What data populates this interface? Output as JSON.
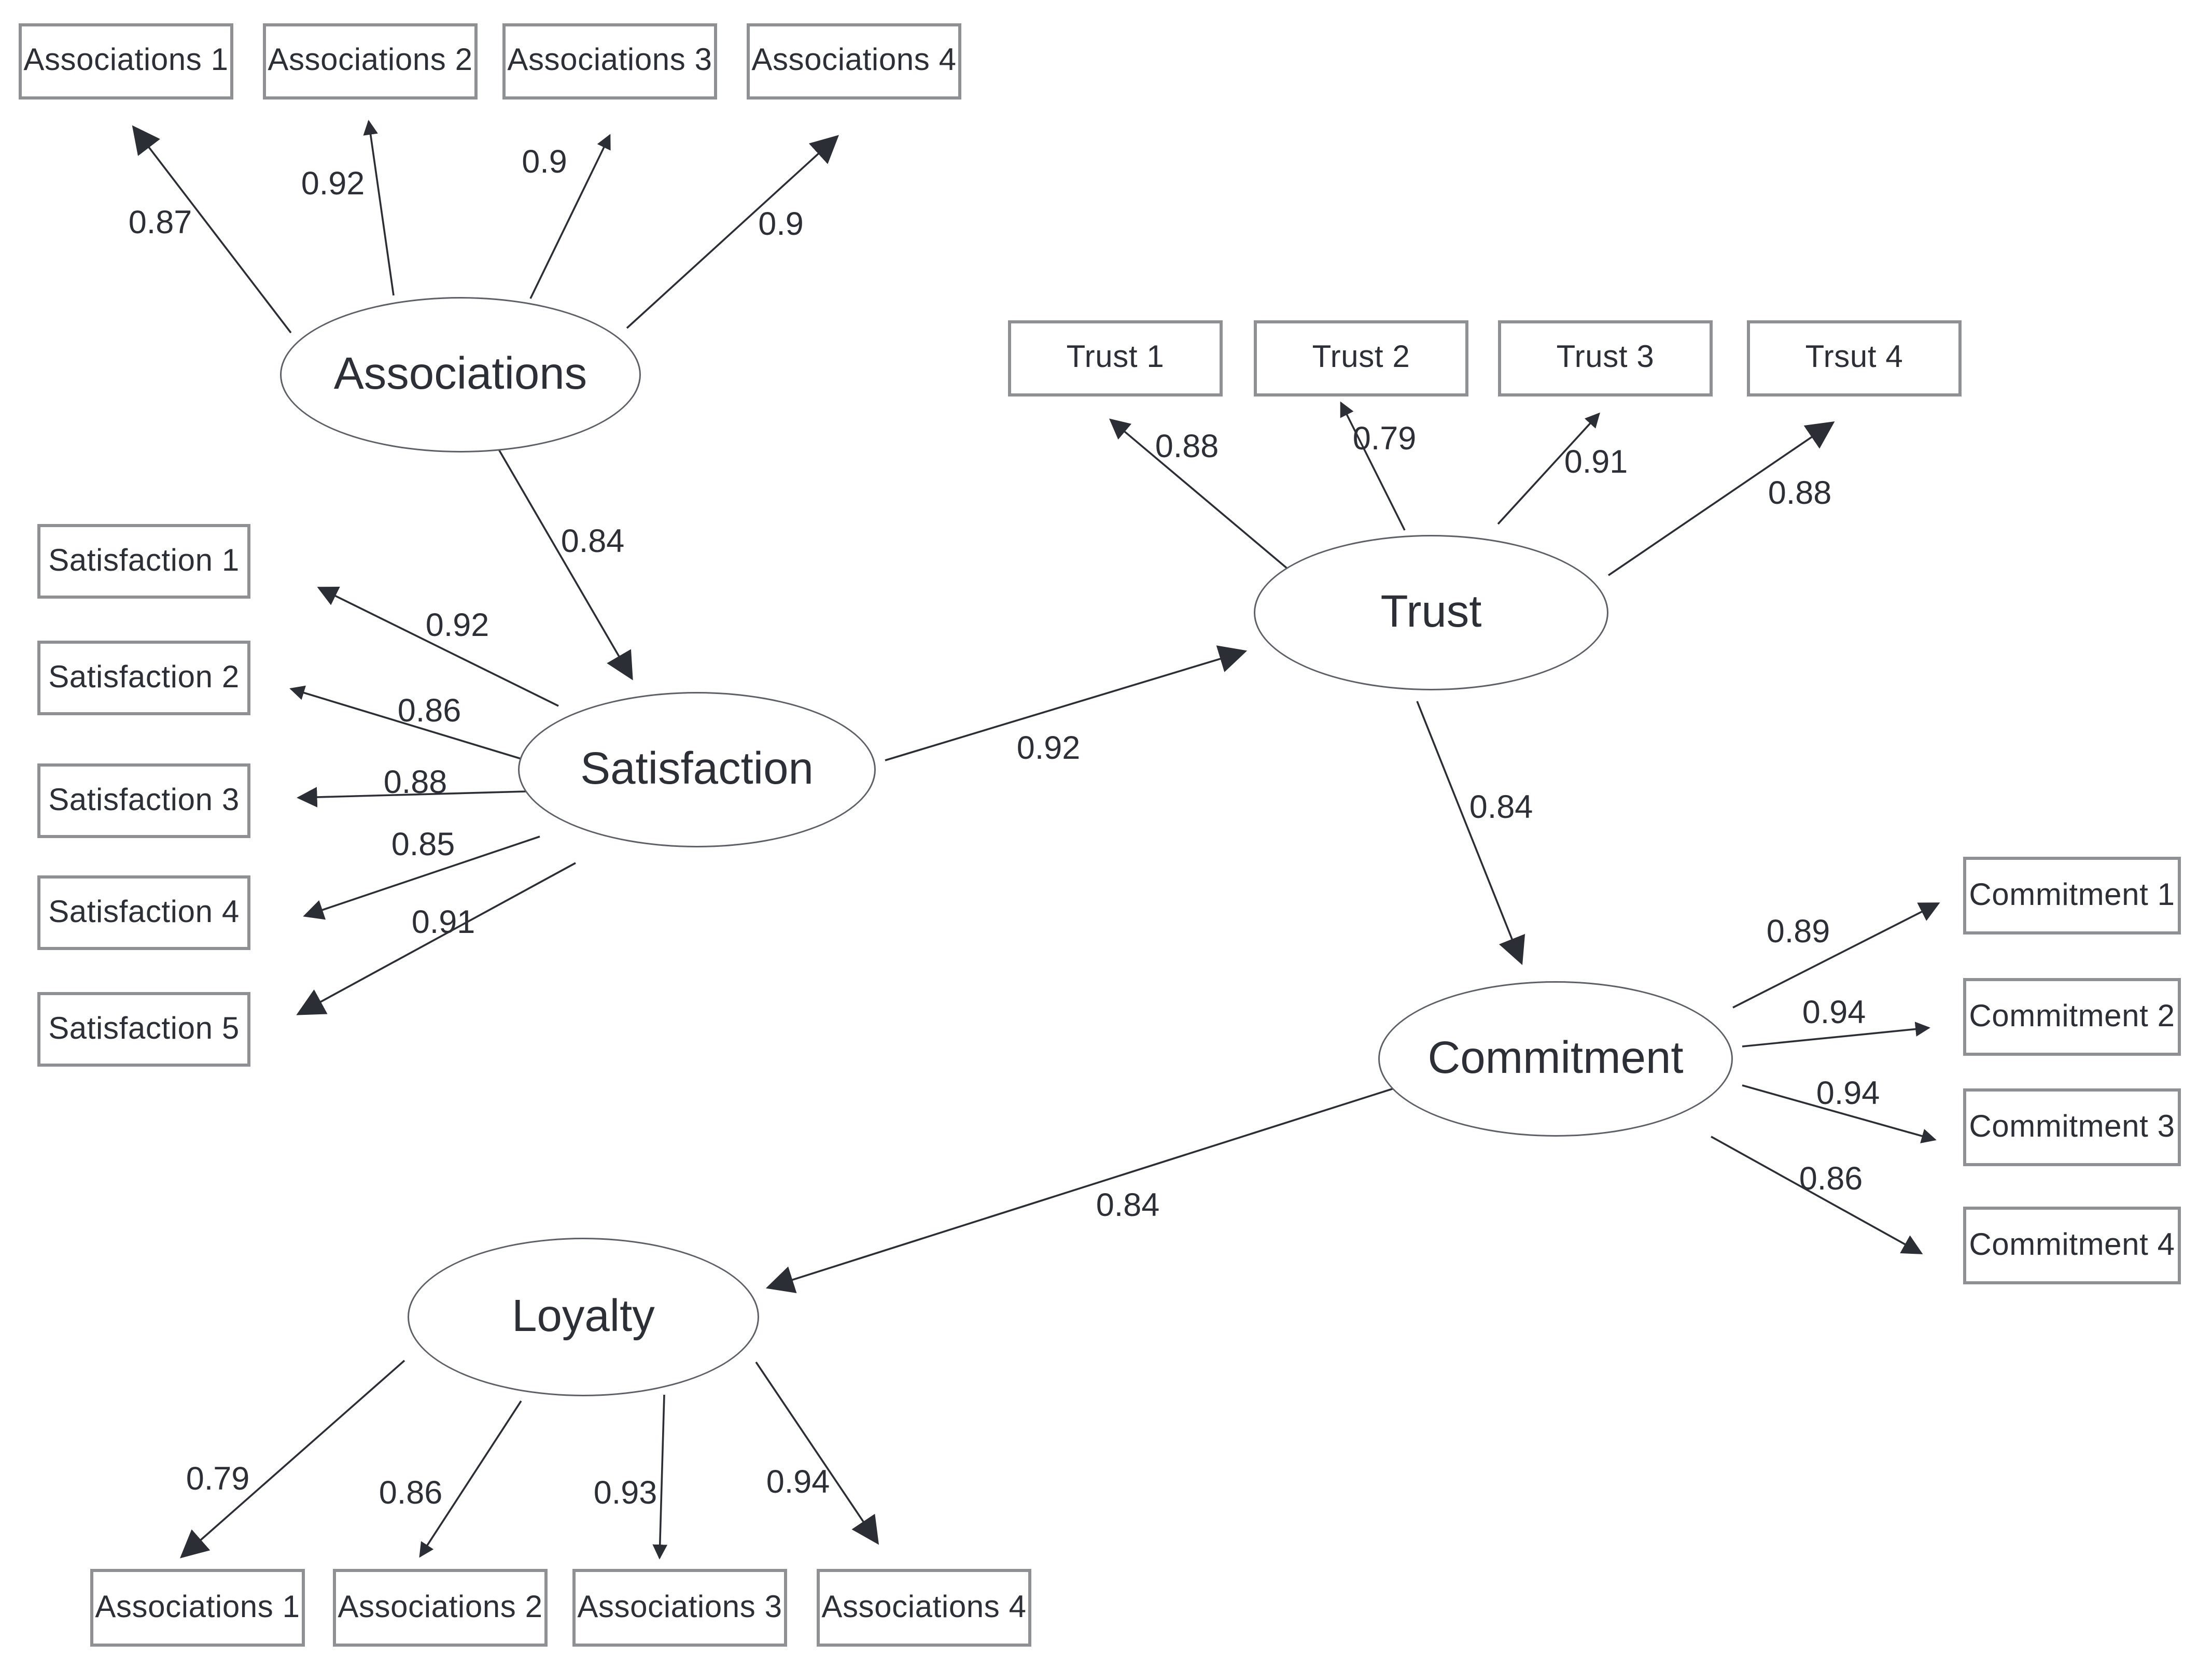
{
  "diagram": {
    "latents": {
      "associations": "Associations",
      "satisfaction": "Satisfaction",
      "trust": "Trust",
      "commitment": "Commitment",
      "loyalty": "Loyalty"
    },
    "indicators": {
      "associations": [
        "Associations 1",
        "Associations 2",
        "Associations 3",
        "Associations 4"
      ],
      "satisfaction": [
        "Satisfaction 1",
        "Satisfaction 2",
        "Satisfaction 3",
        "Satisfaction 4",
        "Satisfaction 5"
      ],
      "trust": [
        "Trust 1",
        "Trust 2",
        "Trust 3",
        "Trsut 4"
      ],
      "commitment": [
        "Commitment 1",
        "Commitment 2",
        "Commitment 3",
        "Commitment 4"
      ],
      "loyalty": [
        "Associations 1",
        "Associations 2",
        "Associations 3",
        "Associations 4"
      ]
    },
    "loadings": {
      "associations": [
        "0.87",
        "0.92",
        "0.9",
        "0.9"
      ],
      "satisfaction": [
        "0.92",
        "0.86",
        "0.88",
        "0.85",
        "0.91"
      ],
      "trust": [
        "0.88",
        "0.79",
        "0.91",
        "0.88"
      ],
      "commitment": [
        "0.89",
        "0.94",
        "0.94",
        "0.86"
      ],
      "loyalty": [
        "0.79",
        "0.86",
        "0.93",
        "0.94"
      ]
    },
    "structural": {
      "associations_to_satisfaction": "0.84",
      "satisfaction_to_trust": "0.92",
      "trust_to_commitment": "0.84",
      "commitment_to_loyalty": "0.84"
    },
    "colors": {
      "line": "#2b2e35",
      "box_border": "#8e9094",
      "ellipse_border": "#5d6066",
      "text": "#2c2f36",
      "background": "#ffffff"
    }
  }
}
